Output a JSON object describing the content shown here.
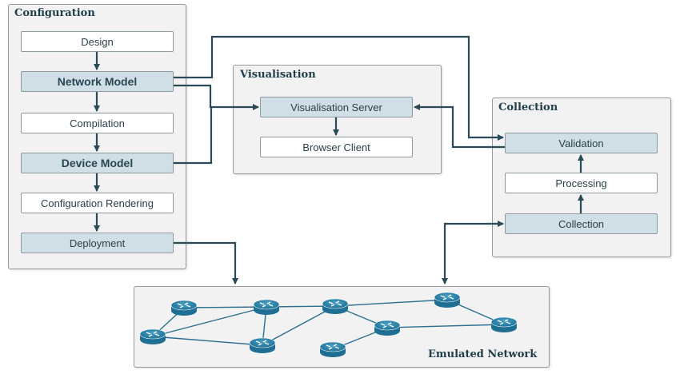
{
  "configuration": {
    "title": "Configuration",
    "steps": [
      "Design",
      "Network Model",
      "Compilation",
      "Device Model",
      "Configuration Rendering",
      "Deployment"
    ]
  },
  "visualisation": {
    "title": "Visualisation",
    "server": "Visualisation Server",
    "client": "Browser Client"
  },
  "collection": {
    "title": "Collection",
    "validation": "Validation",
    "processing": "Processing",
    "collection": "Collection"
  },
  "network": {
    "title": "Emulated Network"
  },
  "colors": {
    "arrow": "#2b4a58",
    "filled_box": "#cfdfe5",
    "panel_bg": "#f2f2f2",
    "router": "#2b7fa6"
  },
  "icons": {
    "router": "router-icon"
  }
}
